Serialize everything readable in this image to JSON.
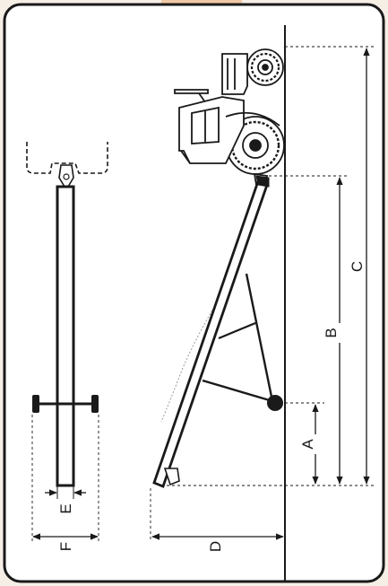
{
  "diagram": {
    "dimension_labels": {
      "A": "A",
      "B": "B",
      "C": "C",
      "D": "D",
      "E": "E",
      "F": "F"
    },
    "colors": {
      "background": "#f6efe6",
      "panel": "#ffffff",
      "ink": "#1a1a1a",
      "accent_strip": "#f0c9a4"
    },
    "icons": {
      "tractor": "tractor-icon",
      "hitch_outline": "hitch-icon",
      "wheel_axle": "wheel-axle-icon"
    }
  }
}
